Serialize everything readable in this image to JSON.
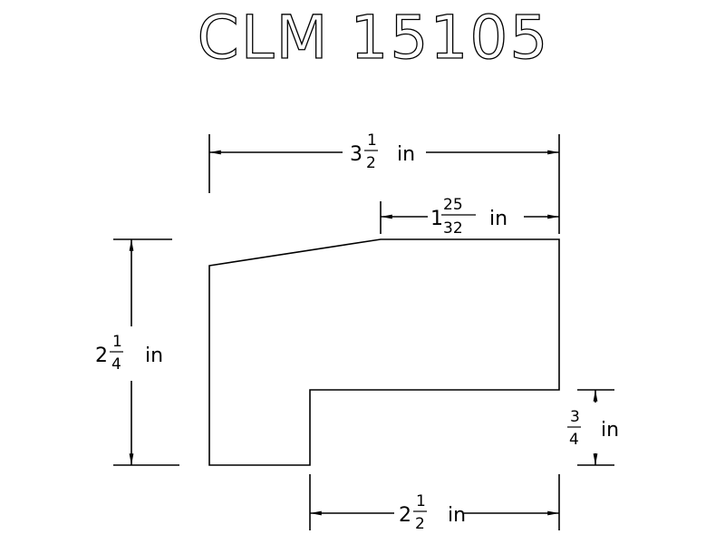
{
  "title": "CLM 15105",
  "dimensions": {
    "overall_width": {
      "whole": "3",
      "num": "1",
      "den": "2",
      "unit": "in"
    },
    "top_flat": {
      "whole": "1",
      "num": "25",
      "den": "32",
      "unit": "in"
    },
    "overall_height": {
      "whole": "2",
      "num": "1",
      "den": "4",
      "unit": "in"
    },
    "step_height": {
      "whole": "",
      "num": "3",
      "den": "4",
      "unit": "in"
    },
    "bottom_width": {
      "whole": "2",
      "num": "1",
      "den": "2",
      "unit": "in"
    }
  }
}
